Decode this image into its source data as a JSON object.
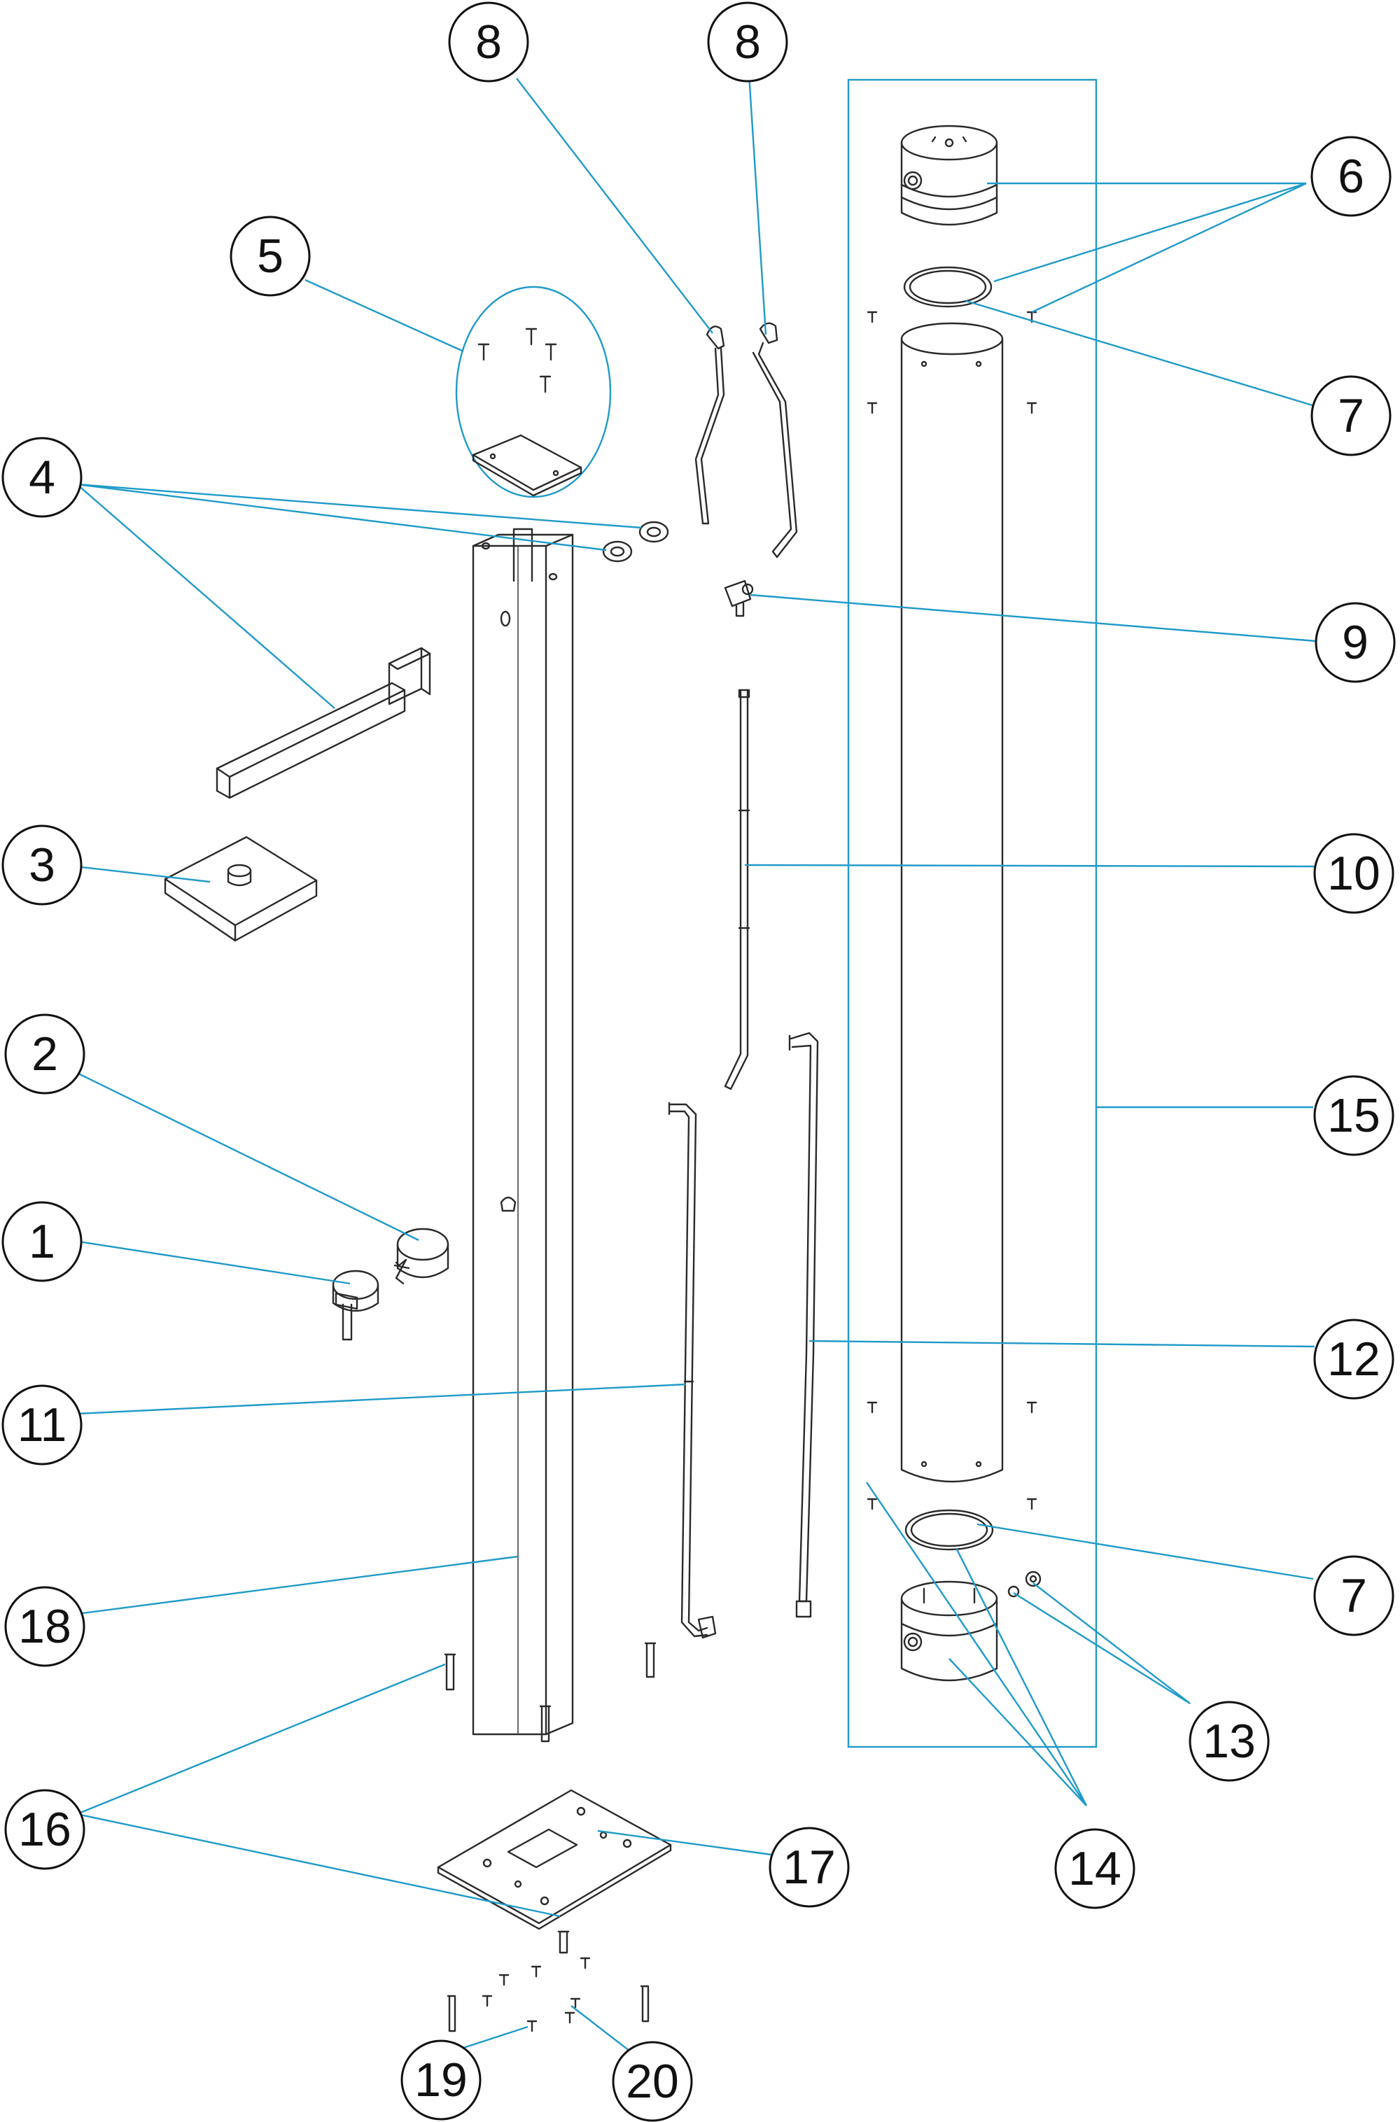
{
  "callouts": [
    {
      "id": "c8a",
      "number": "8"
    },
    {
      "id": "c8b",
      "number": "8"
    },
    {
      "id": "c6",
      "number": "6"
    },
    {
      "id": "c5",
      "number": "5"
    },
    {
      "id": "c7a",
      "number": "7"
    },
    {
      "id": "c4",
      "number": "4"
    },
    {
      "id": "c9",
      "number": "9"
    },
    {
      "id": "c3",
      "number": "3"
    },
    {
      "id": "c10",
      "number": "10"
    },
    {
      "id": "c2",
      "number": "2"
    },
    {
      "id": "c15",
      "number": "15"
    },
    {
      "id": "c1",
      "number": "1"
    },
    {
      "id": "c12",
      "number": "12"
    },
    {
      "id": "c11",
      "number": "11"
    },
    {
      "id": "c18",
      "number": "18"
    },
    {
      "id": "c7b",
      "number": "7"
    },
    {
      "id": "c13",
      "number": "13"
    },
    {
      "id": "c16",
      "number": "16"
    },
    {
      "id": "c17",
      "number": "17"
    },
    {
      "id": "c14",
      "number": "14"
    },
    {
      "id": "c19",
      "number": "19"
    },
    {
      "id": "c20",
      "number": "20"
    }
  ],
  "colors": {
    "leader": "#1f9ac9",
    "outline": "#2a2a2a",
    "background": "#ffffff"
  }
}
